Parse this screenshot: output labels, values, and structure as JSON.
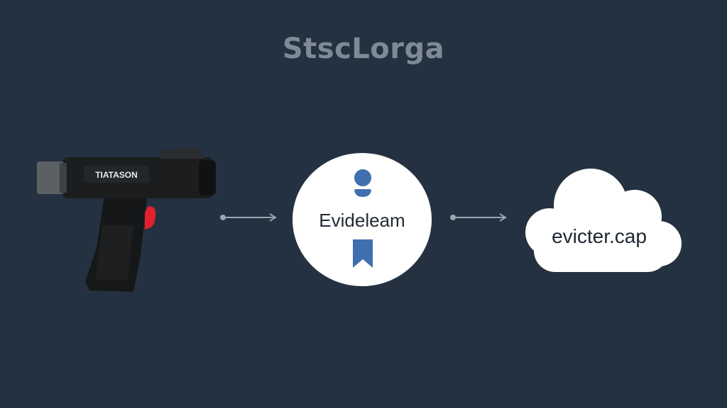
{
  "diagram": {
    "title": "StscLorga",
    "device": {
      "brand": "TIATASON",
      "icon": "handheld-scanner-icon",
      "trigger_color": "#e0202a"
    },
    "middle_node": {
      "label": "Evideleam",
      "top_icon": "person-icon",
      "bottom_icon": "bookmark-icon",
      "icon_color": "#3f6fae"
    },
    "cloud_node": {
      "label": "evicter.cap",
      "icon": "cloud-icon"
    },
    "connectors": [
      {
        "from": "device",
        "to": "middle_node",
        "icon": "arrow-right-icon"
      },
      {
        "from": "middle_node",
        "to": "cloud_node",
        "icon": "arrow-right-icon"
      }
    ],
    "colors": {
      "background": "#243140",
      "title": "#7e8a96",
      "arrow": "#9aa6b2"
    }
  }
}
